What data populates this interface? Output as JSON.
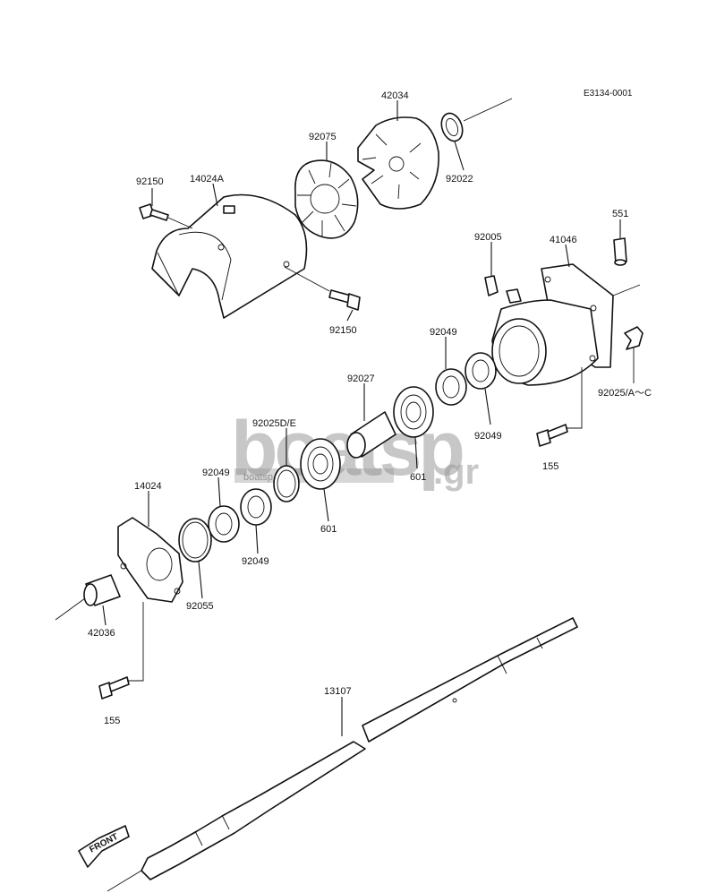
{
  "diagram": {
    "reference_code": "E3134-0001",
    "front_label": "FRONT",
    "watermark": {
      "brand_main": "boatsp",
      "brand_tld": ".gr",
      "url": "boatsp.gr"
    },
    "part_labels": {
      "p42034": "42034",
      "p92075": "92075",
      "p92022": "92022",
      "p92150_top": "92150",
      "p14024A": "14024A",
      "p92150_bottom": "92150",
      "p551": "551",
      "p92005": "92005",
      "p41046": "41046",
      "p92049_a": "92049",
      "p92027": "92027",
      "p92025AC": "92025/A～C",
      "p92049_b": "92049",
      "p155_right": "155",
      "p92025DE": "92025D/E",
      "p601_right": "601",
      "p601_left": "601",
      "p92049_c": "92049",
      "p14024": "14024",
      "p92049_d": "92049",
      "p92055": "92055",
      "p42036": "42036",
      "p155_left": "155",
      "p13107": "13107"
    }
  }
}
